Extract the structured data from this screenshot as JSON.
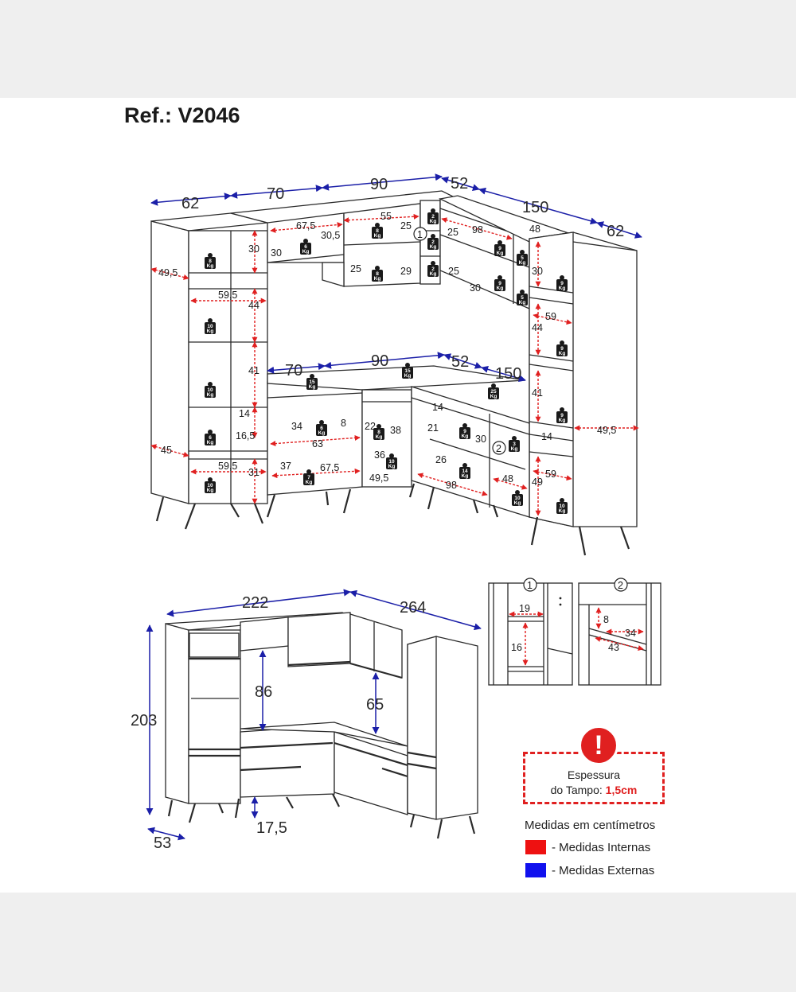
{
  "ref": "Ref.: V2046",
  "colors": {
    "internal": "#e02020",
    "external": "#1b1fa8"
  },
  "top_dims": [
    "62",
    "70",
    "90",
    "52",
    "150",
    "62"
  ],
  "mid_dims": [
    "70",
    "90",
    "52",
    "150"
  ],
  "internal_dims": {
    "left_tower": [
      "49,5",
      "59,5",
      "30",
      "44",
      "41",
      "14",
      "16,5",
      "45",
      "59,5",
      "31"
    ],
    "upper_mid": [
      "67,5",
      "30,5",
      "30",
      "55",
      "25",
      "25",
      "29"
    ],
    "upper_corner": [
      "25",
      "98",
      "48",
      "25",
      "30"
    ],
    "right_tower": [
      "30",
      "59",
      "44",
      "41",
      "14",
      "49",
      "59",
      "49,5"
    ],
    "lower_mid": [
      "34",
      "8",
      "63",
      "22",
      "38",
      "37",
      "67,5",
      "36",
      "49,5"
    ],
    "lower_corner": [
      "14",
      "21",
      "30",
      "26",
      "98",
      "48"
    ]
  },
  "weights": [
    "8",
    "10",
    "10",
    "6",
    "10",
    "6",
    "8",
    "8",
    "2",
    "2",
    "2",
    "9",
    "5",
    "9",
    "5",
    "9",
    "9",
    "9",
    "10",
    "15",
    "15",
    "25",
    "6",
    "8",
    "10",
    "9",
    "3",
    "14",
    "10",
    "7"
  ],
  "weight_unit": "Kg",
  "markers": [
    "1",
    "2"
  ],
  "overall": {
    "width_left": "222",
    "width_right": "264",
    "height": "203",
    "depth": "53",
    "gap_left": "86",
    "gap_right": "65",
    "leg": "17,5"
  },
  "detail1": [
    "19",
    "16"
  ],
  "detail2": [
    "8",
    "34",
    "43"
  ],
  "legend": {
    "line1": "Espessura",
    "line2_prefix": "do Tampo: ",
    "line2_value": "1,5cm",
    "warn_symbol": "!",
    "units": "Medidas em centímetros",
    "internal": "- Medidas Internas",
    "external": "- Medidas Externas"
  }
}
